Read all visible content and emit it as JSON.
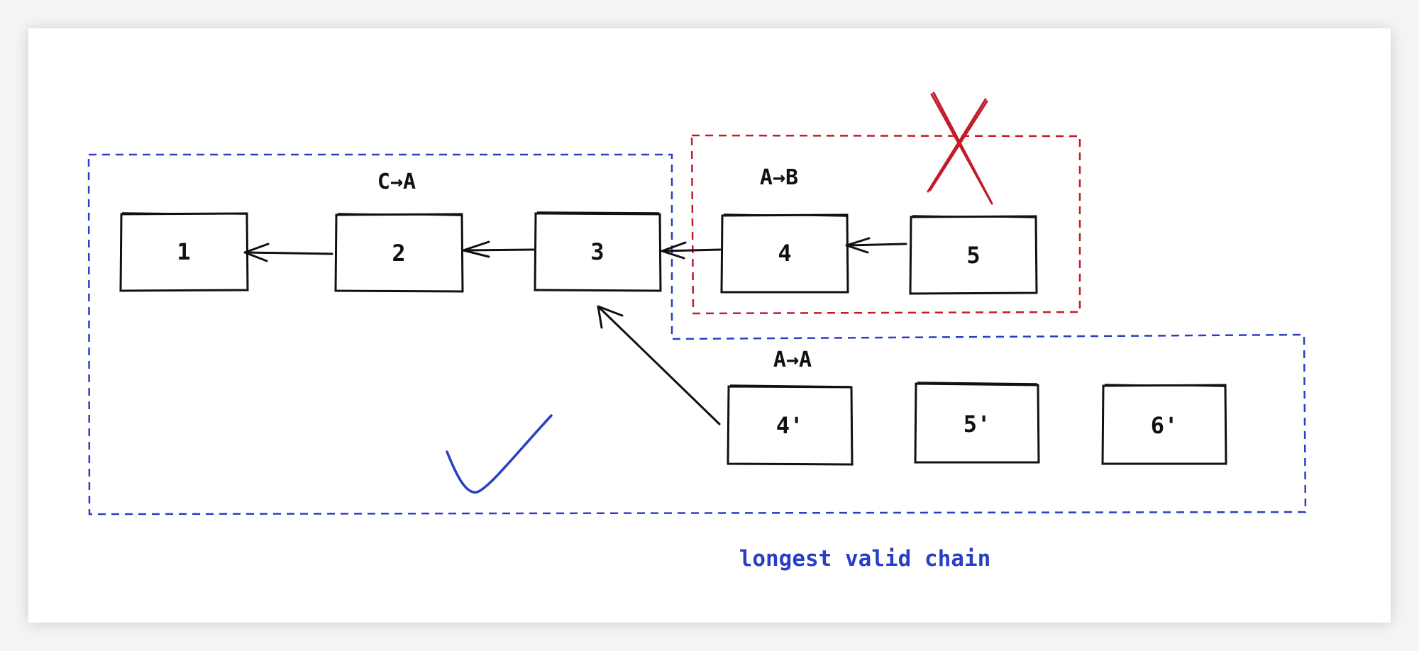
{
  "colors": {
    "ink": "#111111",
    "blue": "#2b3ec6",
    "red": "#c21c2a"
  },
  "blocks": {
    "b1": "1",
    "b2": "2",
    "b3": "3",
    "b4": "4",
    "b5": "5",
    "b4p": "4'",
    "b5p": "5'",
    "b6p": "6'"
  },
  "labels": {
    "c_to_a": "C→A",
    "a_to_b": "A→B",
    "a_to_a": "A→A",
    "caption": "longest valid chain"
  },
  "marks": {
    "invalid": "cross-mark-icon",
    "valid": "check-mark-icon"
  }
}
